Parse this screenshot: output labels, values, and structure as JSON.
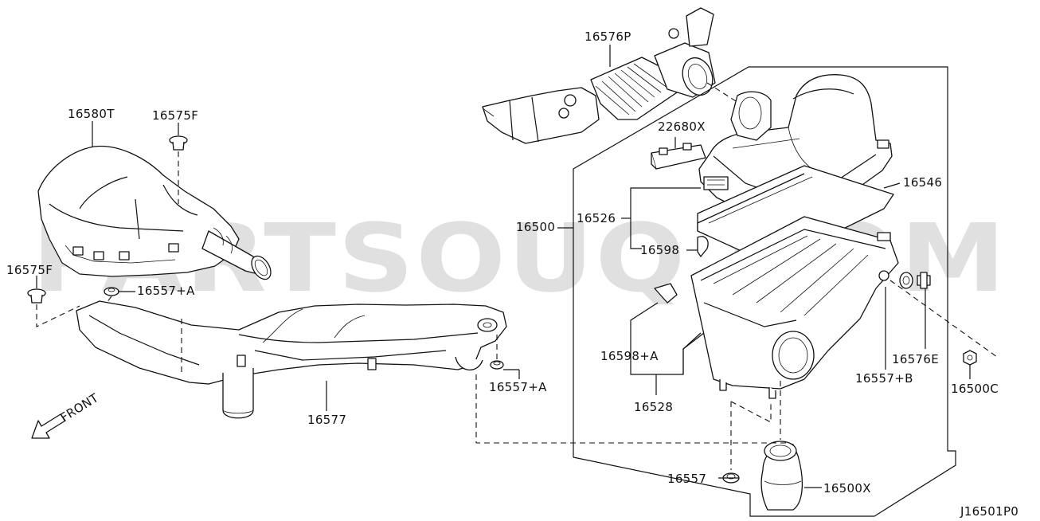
{
  "watermark": "PARTSOUQ.COM",
  "diagram_code": "J16501P0",
  "front_label": "FRONT",
  "labels": {
    "p16576P": "16576P",
    "p22680X": "22680X",
    "p16580T": "16580T",
    "p16575F_top": "16575F",
    "p16575F_left": "16575F",
    "p16557A_top": "16557+A",
    "p16557A_bottom": "16557+A",
    "p16577": "16577",
    "p16546": "16546",
    "p16500": "16500",
    "p16526": "16526",
    "p16598": "16598",
    "p16598A": "16598+A",
    "p16528": "16528",
    "p16576E": "16576E",
    "p16557B": "16557+B",
    "p16500C": "16500C",
    "p16557": "16557",
    "p16500X": "16500X"
  }
}
